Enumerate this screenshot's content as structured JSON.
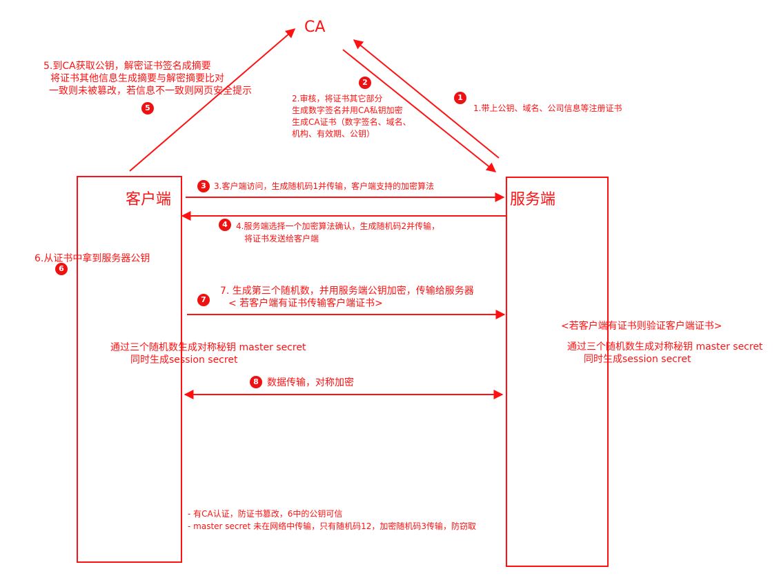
{
  "colors": {
    "accent": "#ff1111"
  },
  "nodes": {
    "ca": "CA",
    "client": "客户端",
    "server": "服务端"
  },
  "steps": {
    "s1": {
      "badge": "1",
      "text": "1.带上公钥、域名、公司信息等注册证书"
    },
    "s2": {
      "badge": "2",
      "lines": [
        "2.审核，将证书其它部分",
        "生成数字签名并用CA私钥加密",
        "生成CA证书（数字签名、域名、",
        "机构、有效期、公钥）"
      ]
    },
    "s3": {
      "badge": "3",
      "text": "3.客户端访问，生成随机码1并传输，客户端支持的加密算法"
    },
    "s4": {
      "badge": "4",
      "lines": [
        "4.服务端选择一个加密算法确认，生成随机码2并传输，",
        "将证书发送给客户端"
      ]
    },
    "s5": {
      "badge": "5",
      "lines": [
        "5.到CA获取公钥，解密证书签名成摘要",
        "将证书其他信息生成摘要与解密摘要比对",
        "一致则未被篡改，若信息不一致则网页安全提示"
      ]
    },
    "s6": {
      "badge": "6",
      "text": "6.从证书中拿到服务器公钥"
    },
    "s7": {
      "badge": "7",
      "lines": [
        "7. 生成第三个随机数，并用服务端公钥加密，传输给服务器",
        "< 若客户端有证书传输客户端证书>"
      ]
    },
    "s8": {
      "badge": "8",
      "text": "数据传输，对称加密"
    }
  },
  "client_note": [
    "通过三个随机数生成对称秘钥 master secret",
    "同时生成session secret"
  ],
  "server_note": [
    "<若客户端有证书则验证客户端证书>",
    "通过三个随机数生成对称秘钥 master secret",
    "同时生成session secret"
  ],
  "footnotes": [
    "-  有CA认证，防证书篡改，6中的公钥可信",
    "-  master secret 未在网络中传输，只有随机码12，加密随机码3传输，防窃取"
  ]
}
